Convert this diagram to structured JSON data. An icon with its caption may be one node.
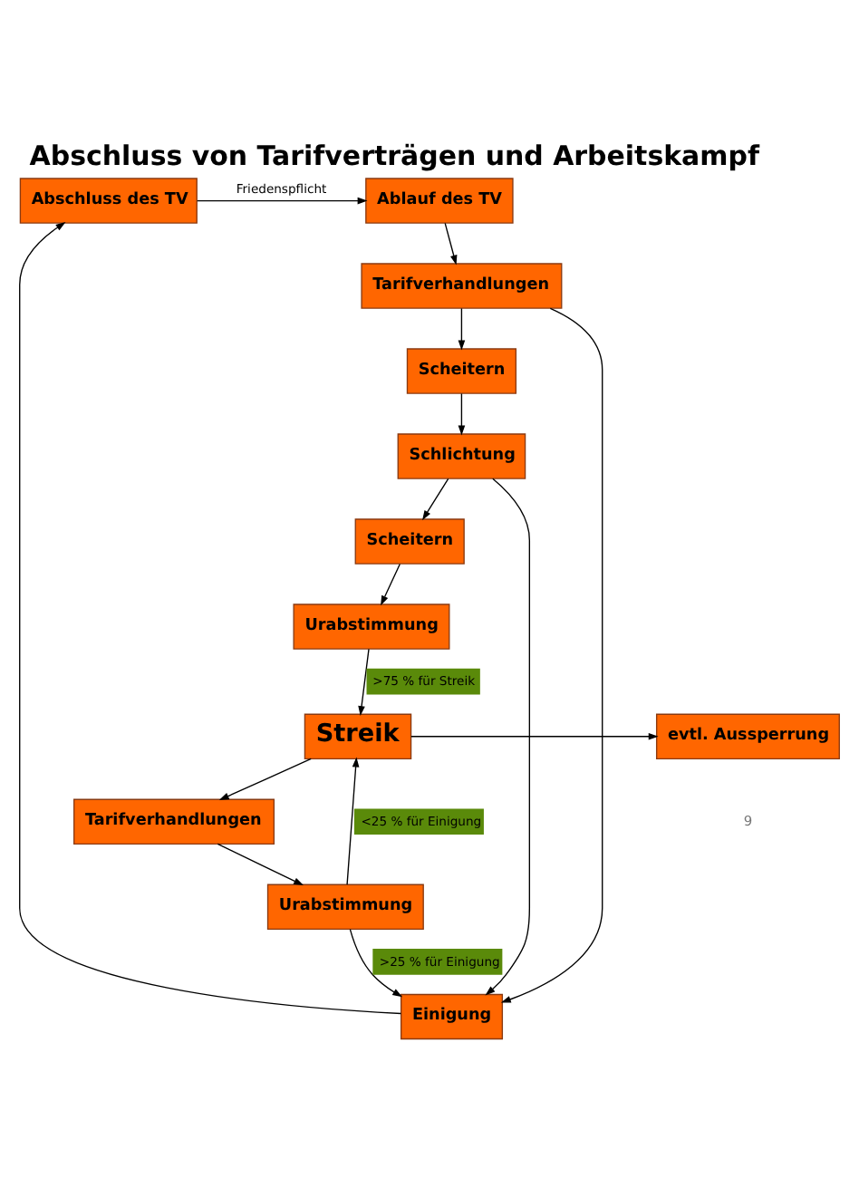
{
  "diagram": {
    "title": "Abschluss von Tarifverträgen und Arbeitskampf",
    "nodes": [
      {
        "text": [
          "Abschluss des TV"
        ]
      },
      {
        "text": [
          "Ablauf des TV"
        ]
      },
      {
        "text": [
          "Einigung"
        ]
      },
      {
        "text": [
          "Tarifverhandlungen"
        ]
      },
      {
        "text": [
          "Scheitern"
        ]
      },
      {
        "text": [
          "Urabstimmung"
        ]
      },
      {
        "text": [
          "Schlichtung"
        ]
      },
      {
        "text": [
          "Scheitern"
        ]
      },
      {
        "text": [
          "Tarifverhandlungen"
        ]
      },
      {
        "text": [
          "Urabstimmung"
        ]
      },
      {
        "text": [
          "Streik"
        ]
      },
      {
        "text": [
          "evtl. Aussperrung"
        ]
      }
    ],
    "edges": [
      {
        "from": 0,
        "to": 1,
        "arrow": "to",
        "label": "Friedenspflicht"
      },
      {
        "from": 1,
        "to": 3,
        "arrow": "to"
      },
      {
        "from": 3,
        "to": 2,
        "arrow": "to"
      },
      {
        "from": 2,
        "to": 0,
        "arrow": "to"
      },
      {
        "from": 3,
        "to": 4,
        "arrow": "to"
      },
      {
        "from": 4,
        "to": 6,
        "arrow": "to"
      },
      {
        "from": 6,
        "to": 2,
        "arrow": "to"
      },
      {
        "from": 6,
        "to": 7,
        "arrow": "to"
      },
      {
        "from": 5,
        "to": 2,
        "arrow": "to",
        "label": ">25 % für Einigung"
      },
      {
        "from": 5,
        "to": 10,
        "arrow": "to",
        "label": "<25 % für Einigung"
      },
      {
        "from": 8,
        "to": 5,
        "arrow": "to"
      },
      {
        "from": 10,
        "to": 8,
        "arrow": "to"
      },
      {
        "from": 7,
        "to": 9,
        "arrow": "to"
      },
      {
        "from": 9,
        "to": 10,
        "arrow": "to",
        "label": ">75 % für Streik"
      },
      {
        "from": 10,
        "to": 11,
        "arrow": "to"
      }
    ],
    "labels": [
      "9"
    ]
  }
}
